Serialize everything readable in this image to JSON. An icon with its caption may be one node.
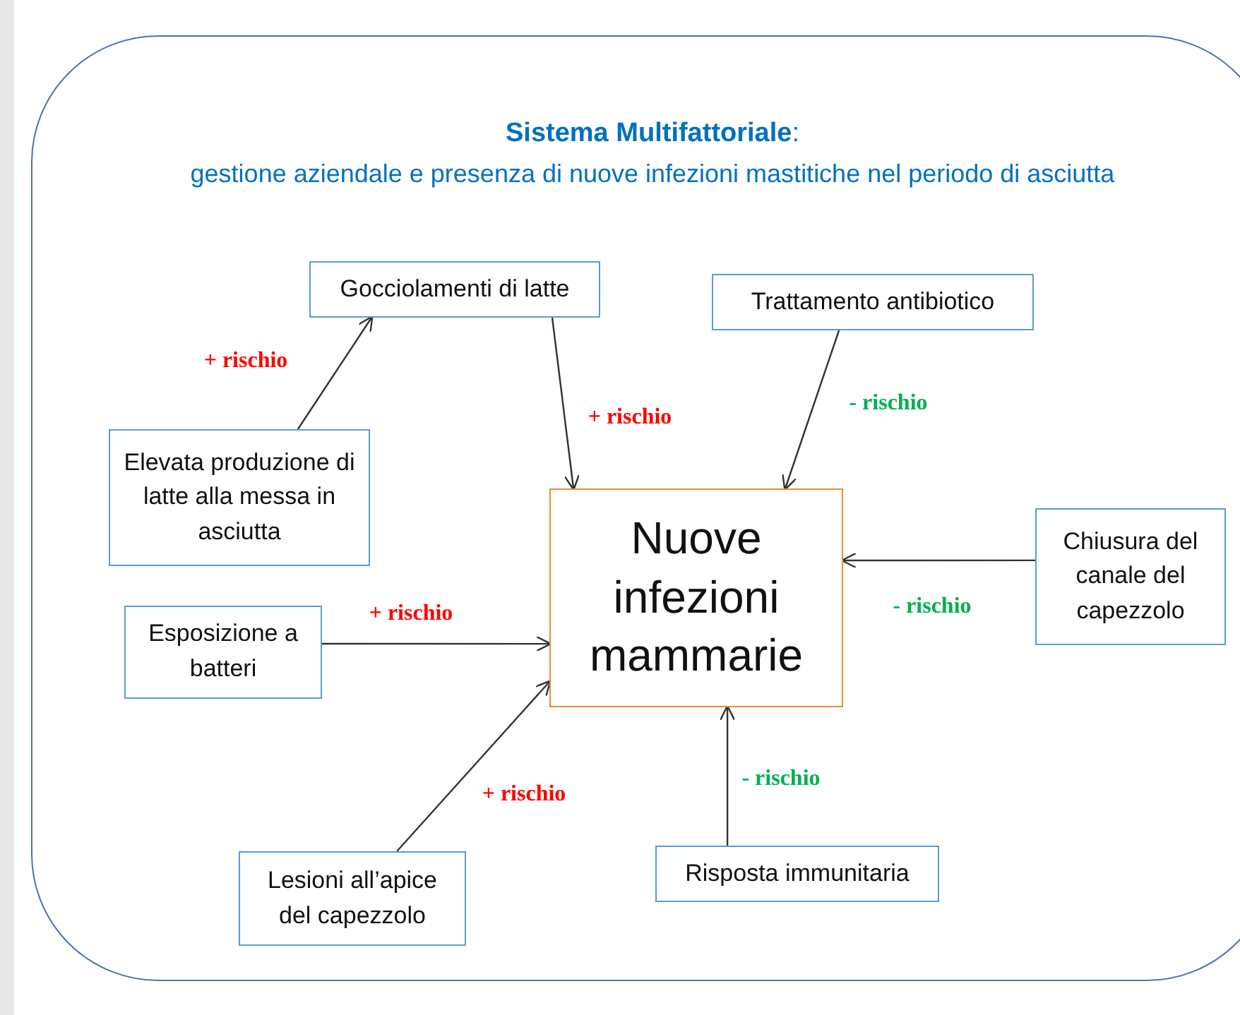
{
  "diagram": {
    "nodes": [
      {
        "text": [
          "**Sistema Multifattoriale**:",
          "gestione aziendale e presenza di nuove infezioni mastitiche nel periodo di asciutta"
        ]
      },
      {
        "text": [
          "Gocciolamenti di latte"
        ],
        "in": 0
      },
      {
        "text": [
          "Trattamento antibiotico"
        ],
        "in": 0
      },
      {
        "text": [
          "Elevata produzione di latte alla messa in asciutta"
        ],
        "in": 0
      },
      {
        "text": [
          "Nuove infezioni mammarie"
        ],
        "in": 0
      },
      {
        "text": [
          "Chiusura del canale del capezzolo"
        ],
        "in": 0
      },
      {
        "text": [
          "Esposizione a batteri"
        ],
        "in": 0
      },
      {
        "text": [
          "Lesioni all’apice del capezzolo"
        ],
        "in": 0
      },
      {
        "text": [
          "Risposta immunitaria"
        ],
        "in": 0
      }
    ],
    "edges": [
      {
        "from": 3,
        "to": 1,
        "arrow": "to",
        "label": "+ rischio"
      },
      {
        "from": 1,
        "to": 4,
        "arrow": "to",
        "label": "+ rischio"
      },
      {
        "from": 2,
        "to": 4,
        "arrow": "to",
        "label": "- rischio"
      },
      {
        "from": 5,
        "to": 4,
        "arrow": "to",
        "label": "- rischio"
      },
      {
        "from": 6,
        "to": 4,
        "arrow": "to",
        "label": "+ rischio"
      },
      {
        "from": 7,
        "to": 4,
        "arrow": "to",
        "label": "+ rischio"
      },
      {
        "from": 8,
        "to": 4,
        "arrow": "to",
        "label": "- rischio"
      }
    ]
  }
}
